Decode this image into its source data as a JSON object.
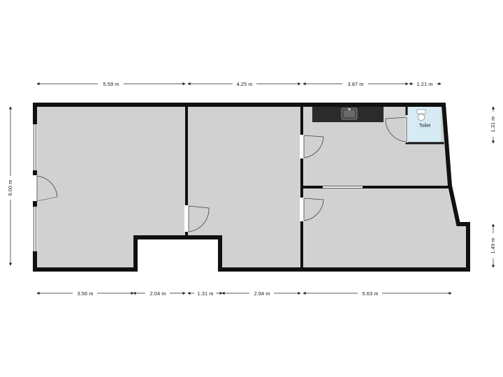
{
  "dimensions": {
    "top": [
      "5.59 m",
      "4.25 m",
      "3.87 m",
      "1.21 m"
    ],
    "bottom": [
      "3.56 m",
      "2.04 m",
      "1.31 m",
      "2.94 m",
      "5.63 m"
    ],
    "left": "6.00 m",
    "right_top": "1.31 m",
    "right_bottom": "1.49 m"
  },
  "rooms": {
    "toilet_label": "Toilet"
  },
  "colors": {
    "wall": "#111111",
    "floor": "#d1d1d1",
    "toilet_floor": "#d7ebf5",
    "kitchen": "#2b2b2b",
    "dimension_line": "#222222"
  }
}
